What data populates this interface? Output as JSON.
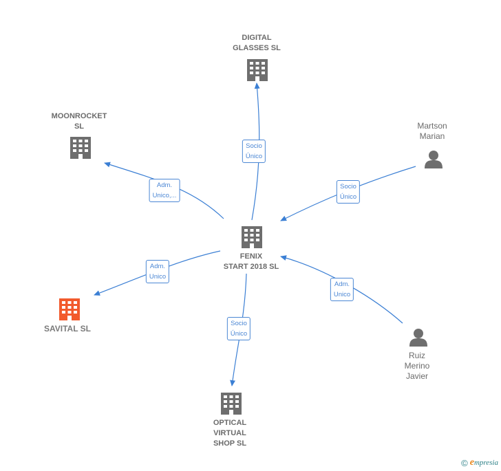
{
  "colors": {
    "node": "#6e6e6e",
    "highlight": "#f25a2c",
    "edge": "#3b7fd4"
  },
  "nodes": {
    "digital_glasses": {
      "label": "DIGITAL\nGLASSES  SL",
      "icon": "building-icon"
    },
    "moonrocket": {
      "label": "MOONROCKET\nSL",
      "icon": "building-icon"
    },
    "martson": {
      "label": "Martson\nMarian",
      "icon": "person-icon"
    },
    "fenix": {
      "label": "FENIX\nSTART 2018  SL",
      "icon": "building-icon"
    },
    "savital": {
      "label": "SAVITAL  SL",
      "icon": "building-icon"
    },
    "ruiz": {
      "label": "Ruiz\nMerino\nJavier",
      "icon": "person-icon"
    },
    "optical": {
      "label": "OPTICAL\nVIRTUAL\nSHOP  SL",
      "icon": "building-icon"
    }
  },
  "edges": {
    "to_digital": "Socio\nÚnico",
    "to_moonrocket": "Adm.\nUnico,...",
    "from_martson": "Socio\nÚnico",
    "to_savital": "Adm.\nUnico",
    "from_ruiz": "Adm.\nUnico",
    "to_optical": "Socio\nÚnico"
  },
  "footer": {
    "copyright": "©",
    "brand_first": "e",
    "brand_rest": "mpresia"
  }
}
